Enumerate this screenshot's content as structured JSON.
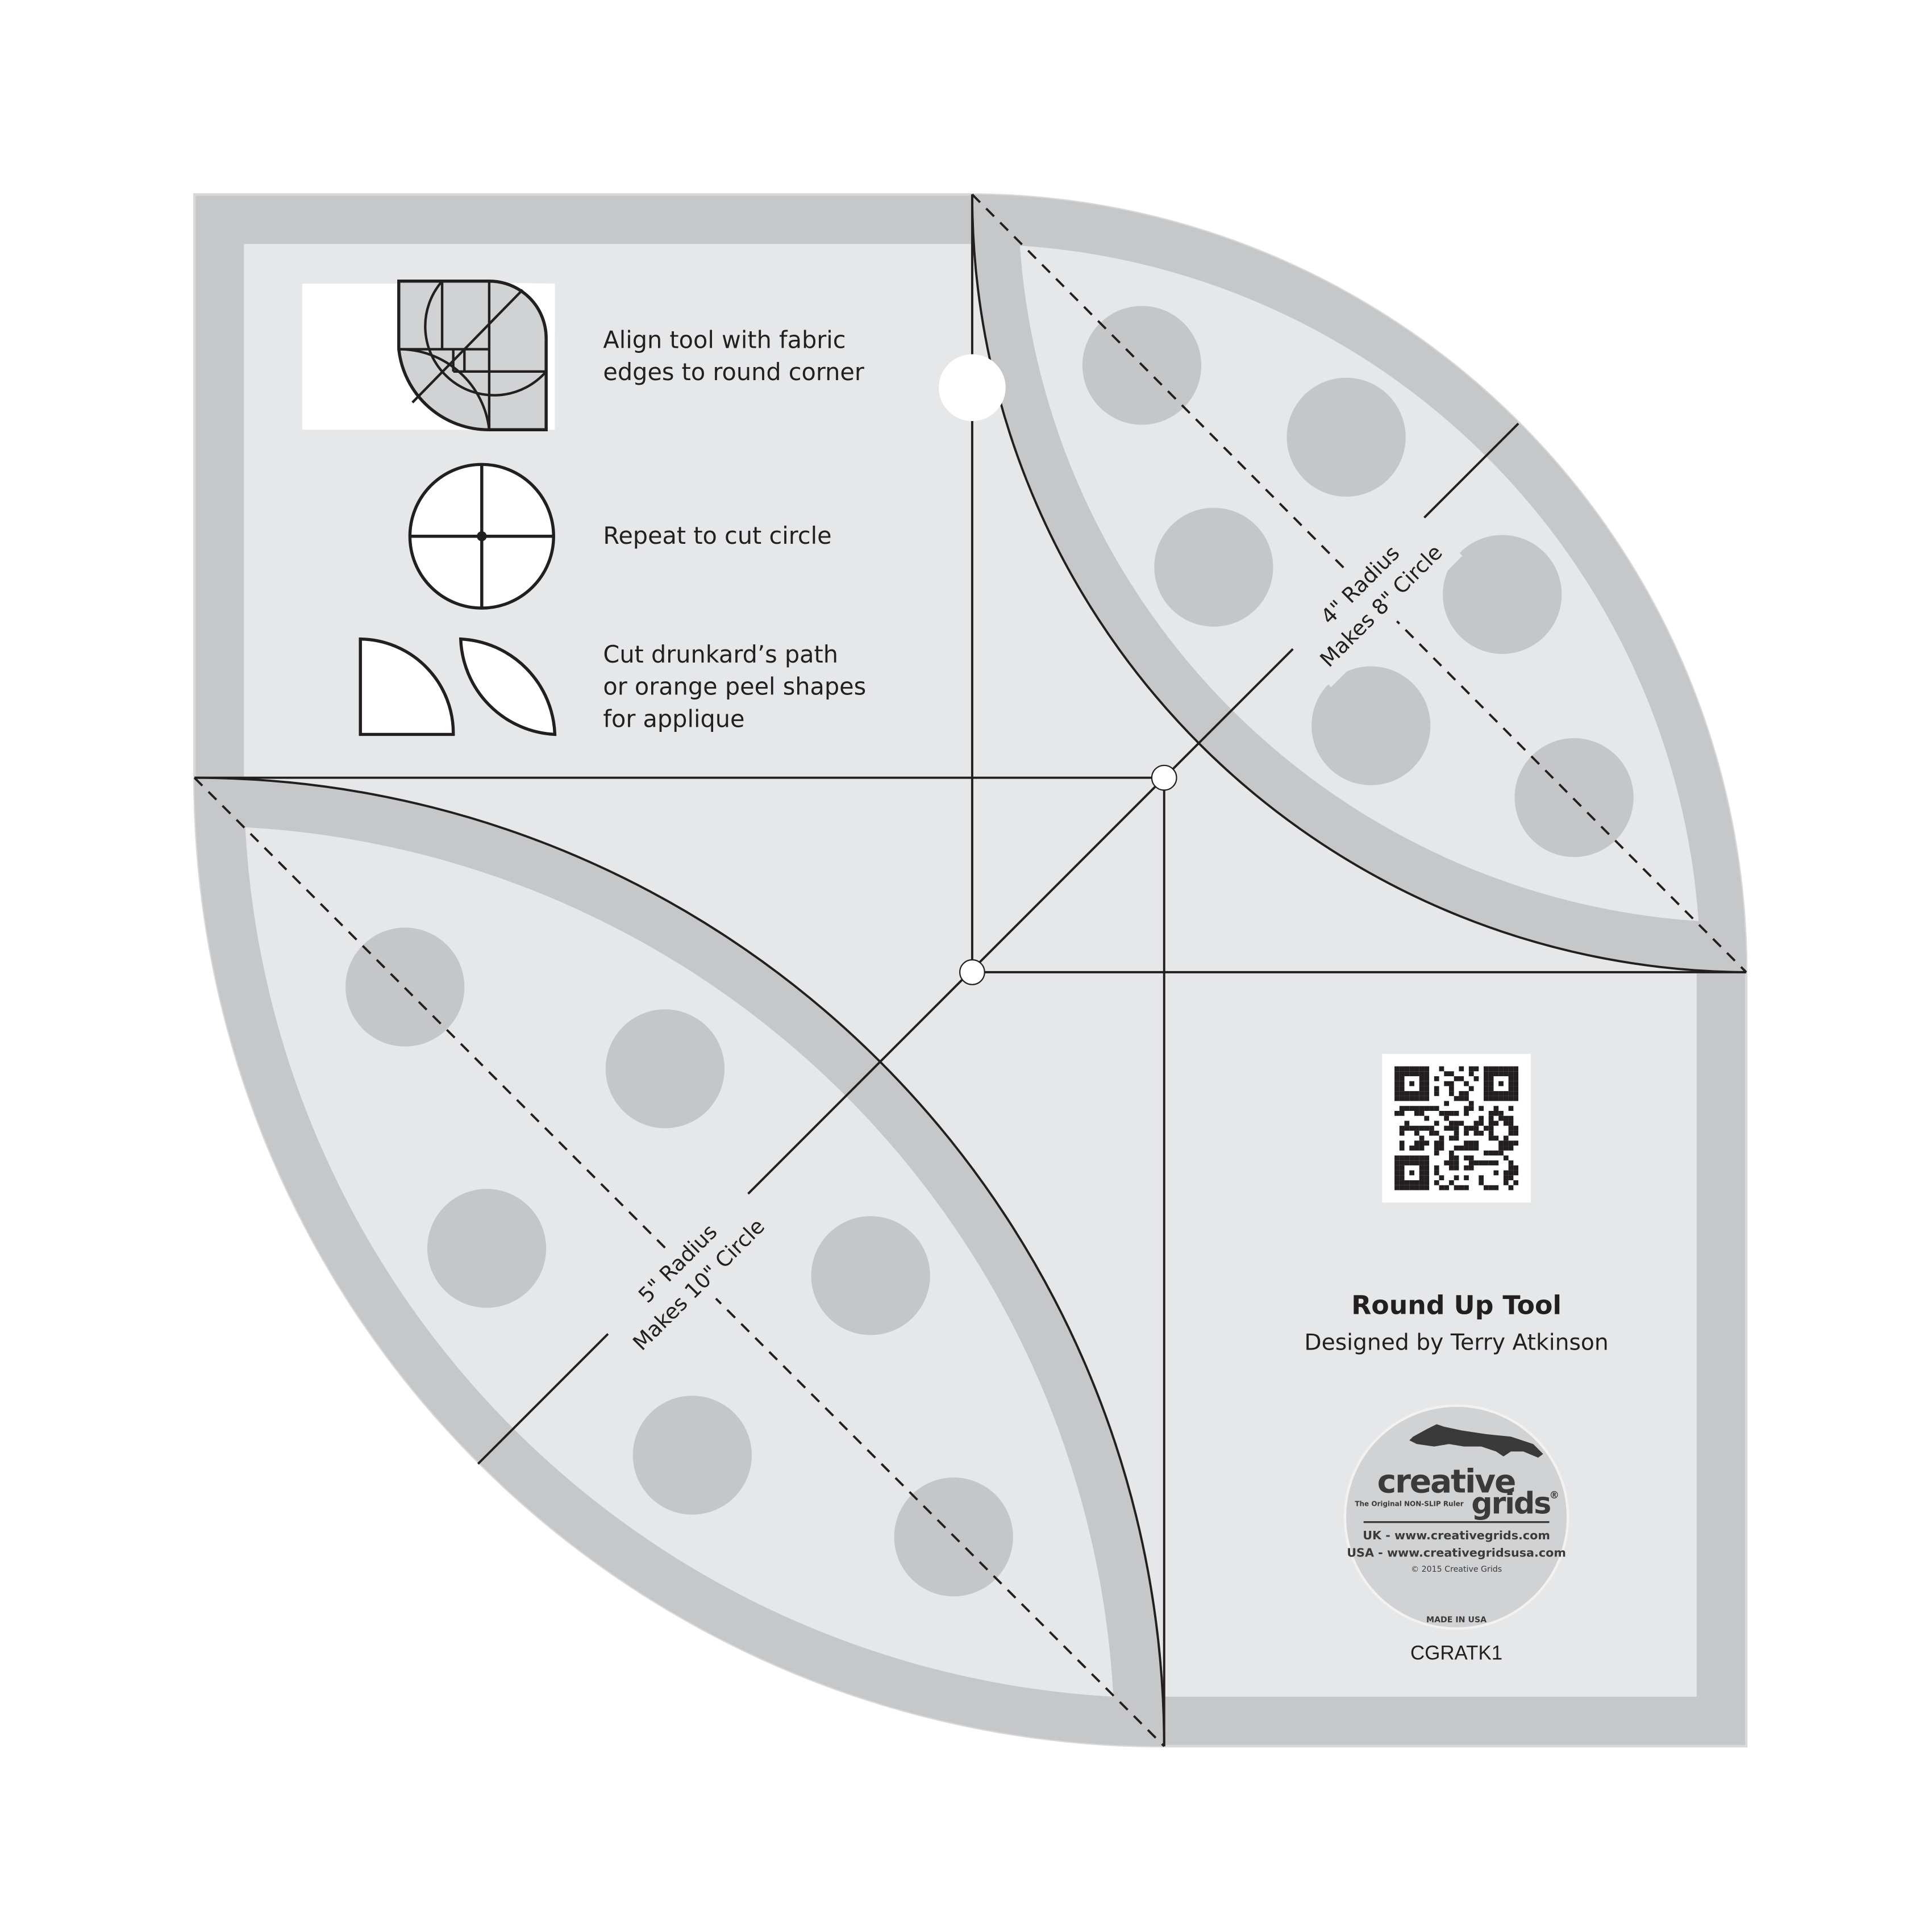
{
  "instructions": [
    {
      "lines": [
        "Align tool with fabric",
        "edges to round corner"
      ],
      "icon": "corner-rounding-diagram-icon"
    },
    {
      "lines": [
        "Repeat to cut circle"
      ],
      "icon": "circle-crosshair-icon"
    },
    {
      "lines": [
        "Cut drunkard’s path",
        "or orange peel shapes",
        "for applique"
      ],
      "icon": "drunkards-path-orange-peel-icon"
    }
  ],
  "petals": {
    "small": {
      "line1": "4\" Radius",
      "line2": "Makes 8\" Circle"
    },
    "large": {
      "line1": "5\" Radius",
      "line2": "Makes 10\" Circle"
    }
  },
  "product": {
    "title": "Round Up Tool",
    "designer": "Designed by Terry Atkinson",
    "code": "CGRATK1"
  },
  "logo": {
    "word1": "creative",
    "word2": "grids",
    "registered": "®",
    "tagline": "The Original NON-SLIP Ruler",
    "uk": "UK - www.creativegrids.com",
    "usa": "USA - www.creativegridsusa.com",
    "copyright": "© 2015  Creative Grids",
    "made_in": "MADE IN USA"
  },
  "colors": {
    "border": "#c6c7c9",
    "body": "#e6e7e9",
    "dot": "#c5c6c8",
    "line": "#231f20"
  }
}
